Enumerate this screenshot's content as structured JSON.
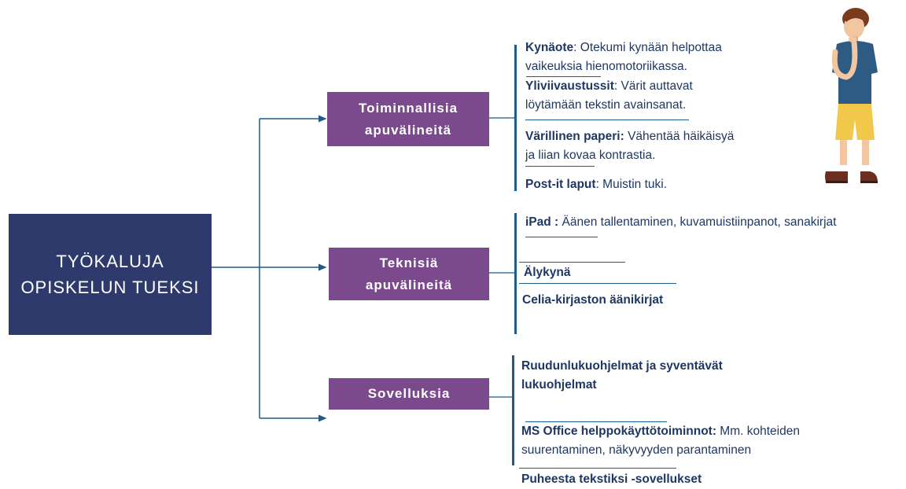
{
  "main": {
    "line1": "TYÖKALUJA",
    "line2": "OPISKELUN TUEKSI"
  },
  "categories": [
    {
      "line1": "Toiminnallisia",
      "line2": "apuvälineitä",
      "items": [
        {
          "bold": "Kynäote",
          "text": ": Otekumi kynään helpottaa",
          "text2": "vaikeuksia hienomotoriikassa."
        },
        {
          "bold": "Yliviivaustussit",
          "text": ": Värit auttavat",
          "text2": "löytämään tekstin avainsanat."
        },
        {
          "bold": "Värillinen paperi:",
          "text": " Vähentää häikäisyä",
          "text2": "ja liian kovaa kontrastia."
        },
        {
          "bold": "Post-it laput",
          "text": ": Muistin tuki."
        }
      ]
    },
    {
      "line1": "Teknisiä",
      "line2": "apuvälineitä",
      "items": [
        {
          "bold": "iPad :",
          "text": " Äänen tallentaminen, kuvamuistiinpanot, sanakirjat"
        },
        {
          "bold": "Älykynä"
        },
        {
          "bold": "Celia-kirjaston äänikirjat"
        }
      ]
    },
    {
      "line1": "Sovelluksia",
      "items": [
        {
          "bold": "Ruudunlukuohjelmat ja syventävät",
          "bold2": "lukuohjelmat"
        },
        {
          "bold": "MS Office helppokäyttötoiminnot:",
          "text": " Mm. kohteiden",
          "text2": "suurentaminen, näkyvyyden parantaminen"
        },
        {
          "bold": "Puheesta tekstiksi -sovellukset"
        }
      ]
    }
  ],
  "colors": {
    "main_box": "#2e3a6b",
    "category_box": "#7a4a8c",
    "connector": "#1f5a8c",
    "text": "#1e3764"
  },
  "illustration": {
    "icon": "thinking-boy-illustration"
  }
}
